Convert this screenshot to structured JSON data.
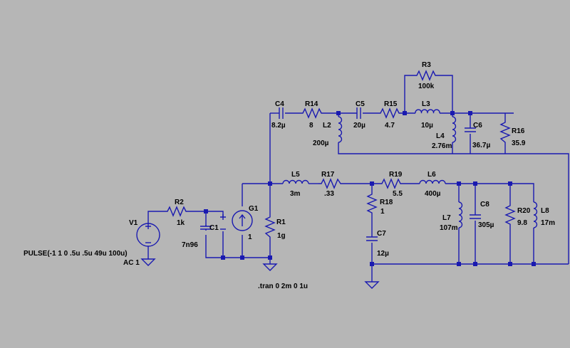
{
  "components": {
    "V1": {
      "name": "V1",
      "value": "PULSE(-1 1 0 .5u .5u 49u 100u)",
      "value2": "AC 1"
    },
    "R2": {
      "name": "R2",
      "value": "1k"
    },
    "C1": {
      "name": "C1",
      "value": "7n96"
    },
    "G1": {
      "name": "G1",
      "value": "1"
    },
    "R1": {
      "name": "R1",
      "value": "1g"
    },
    "C4": {
      "name": "C4",
      "value": "8.2µ"
    },
    "R14": {
      "name": "R14",
      "value": "8"
    },
    "L2": {
      "name": "L2",
      "value": "200µ"
    },
    "C5": {
      "name": "C5",
      "value": "20µ"
    },
    "R15": {
      "name": "R15",
      "value": "4.7"
    },
    "R3": {
      "name": "R3",
      "value": "100k"
    },
    "L3": {
      "name": "L3",
      "value": "10µ"
    },
    "L4": {
      "name": "L4",
      "value": "2.76m"
    },
    "C6": {
      "name": "C6",
      "value": "36.7µ"
    },
    "R16": {
      "name": "R16",
      "value": "35.9"
    },
    "L5": {
      "name": "L5",
      "value": "3m"
    },
    "R17": {
      "name": "R17",
      "value": ".33"
    },
    "R18": {
      "name": "R18",
      "value": "1"
    },
    "C7": {
      "name": "C7",
      "value": "12µ"
    },
    "R19": {
      "name": "R19",
      "value": "5.5"
    },
    "L6": {
      "name": "L6",
      "value": "400µ"
    },
    "L7": {
      "name": "L7",
      "value": "107m"
    },
    "C8": {
      "name": "C8",
      "value": "305µ"
    },
    "R20": {
      "name": "R20",
      "value": "9.8"
    },
    "L8": {
      "name": "L8",
      "value": "17m"
    }
  },
  "directive": ".tran 0 2m 0 1u",
  "colors": {
    "background": "#b6b6b6",
    "wire": "#1a1ab0",
    "text": "#000000"
  }
}
